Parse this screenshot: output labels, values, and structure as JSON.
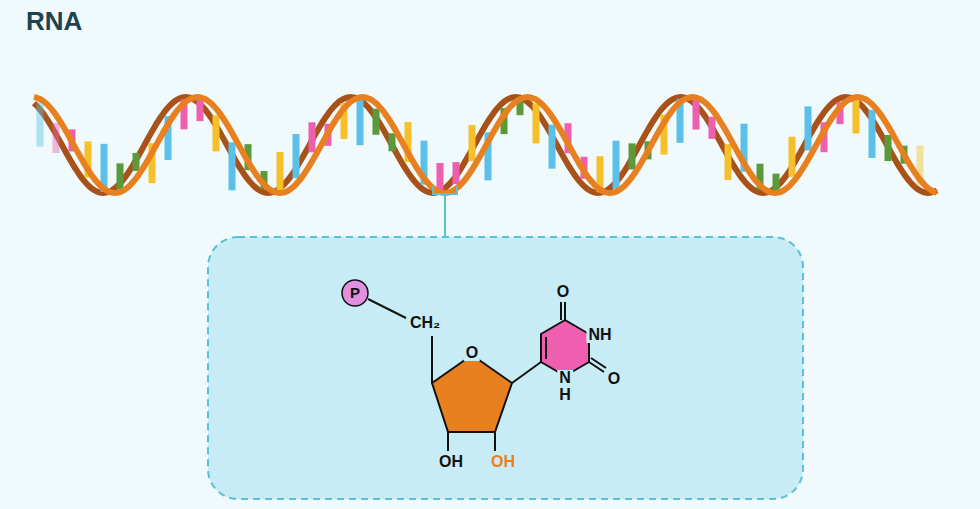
{
  "diagram": {
    "title": "RNA",
    "nodes": [
      {
        "text": [
          "P"
        ]
      }
    ],
    "labels": [
      "CH₂",
      "O",
      "O",
      "NH",
      "N",
      "H",
      "O",
      "OH",
      "OH"
    ]
  }
}
